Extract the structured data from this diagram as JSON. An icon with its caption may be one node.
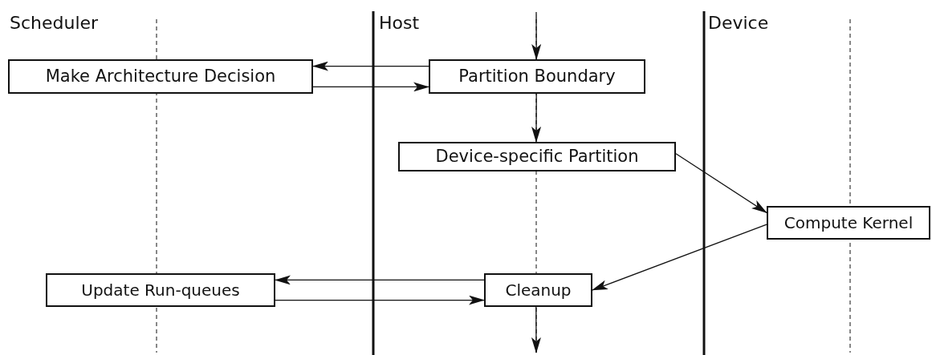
{
  "diagram": {
    "nodes": [
      {
        "text": [
          "Make Architecture Decision"
        ]
      },
      {
        "text": [
          "Partition Boundary"
        ]
      },
      {
        "text": [
          "Device-specific Partition"
        ]
      },
      {
        "text": [
          "Compute Kernel"
        ]
      },
      {
        "text": [
          "Update Run-queues"
        ]
      },
      {
        "text": [
          "Cleanup"
        ]
      }
    ],
    "edges": [
      {
        "from": null,
        "to": 1,
        "arrow": "to"
      },
      {
        "from": 1,
        "to": 0,
        "arrow": "to"
      },
      {
        "from": 0,
        "to": 1,
        "arrow": "to"
      },
      {
        "from": 1,
        "to": 2,
        "arrow": "to"
      },
      {
        "from": 2,
        "to": 3,
        "arrow": "to"
      },
      {
        "from": 3,
        "to": 5,
        "arrow": "to"
      },
      {
        "from": 5,
        "to": 4,
        "arrow": "to"
      },
      {
        "from": 4,
        "to": 5,
        "arrow": "to"
      },
      {
        "from": 5,
        "to": null,
        "arrow": "to"
      }
    ],
    "labels": [
      "Scheduler",
      "Host",
      "Device"
    ]
  }
}
